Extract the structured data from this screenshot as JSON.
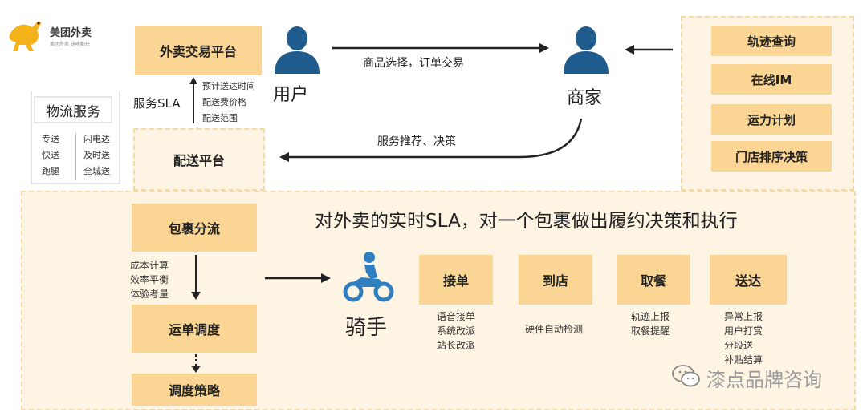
{
  "logo": {
    "name": "美团外卖",
    "slogan": "美团外卖 送啥都快"
  },
  "trade_platform": "外卖交易平台",
  "delivery_platform": "配送平台",
  "sla_label": "服务SLA",
  "sla_items": [
    "预计送达时间",
    "配送费价格",
    "配送范围"
  ],
  "logistics": {
    "title": "物流服务",
    "left": [
      "专送",
      "快送",
      "跑腿"
    ],
    "right": [
      "闪电达",
      "及时送",
      "全城送"
    ]
  },
  "user_label": "用户",
  "merchant_label": "商家",
  "arrow_top": "商品选择，订单交易",
  "arrow_bottom": "服务推荐、决策",
  "right_panel": [
    "轨迹查询",
    "在线IM",
    "运力计划",
    "门店排序决策"
  ],
  "headline": "对外卖的实时SLA，对一个包裹做出履约决策和执行",
  "flow": {
    "package": "包裹分流",
    "package_notes": [
      "成本计算",
      "效率平衡",
      "体验考量"
    ],
    "dispatch": "运单调度",
    "strategy": "调度策略"
  },
  "rider_label": "骑手",
  "steps": [
    {
      "label": "接单",
      "notes": [
        "语音接单",
        "系统改派",
        "站长改派"
      ]
    },
    {
      "label": "到店",
      "notes": [
        "硬件自动检测"
      ]
    },
    {
      "label": "取餐",
      "notes": [
        "轨迹上报",
        "取餐提醒"
      ]
    },
    {
      "label": "送达",
      "notes": [
        "异常上报",
        "用户打赏",
        "分段送",
        "补贴结算"
      ]
    }
  ],
  "watermark": "漆点品牌咨询",
  "colors": {
    "box": "#fbd593",
    "panel": "#fdf4e3",
    "border": "#f2d9a6",
    "person": "#1f5b8c",
    "rider": "#2f7fc1"
  }
}
